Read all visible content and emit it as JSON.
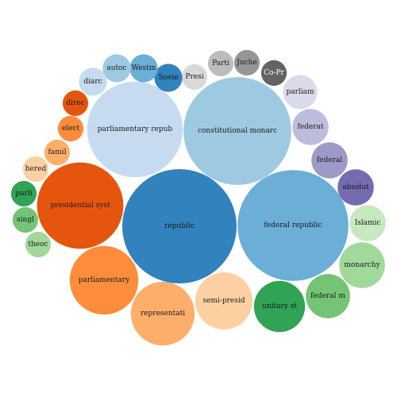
{
  "chart_data": {
    "type": "bubble-pack",
    "title": "",
    "bubbles": [
      {
        "label": "republic",
        "value": 100,
        "color": "#3182bd",
        "light_text": false
      },
      {
        "label": "constitutional monarc",
        "value": 89,
        "color": "#9ecae1",
        "light_text": false
      },
      {
        "label": "parliamentary repub",
        "value": 70,
        "color": "#c6dbef",
        "light_text": false
      },
      {
        "label": "federal republic",
        "value": 94,
        "color": "#6baed6",
        "light_text": false
      },
      {
        "label": "presidential syst",
        "value": 57,
        "color": "#e6550d",
        "light_text": false
      },
      {
        "label": "parliamentary",
        "value": 36,
        "color": "#fd8d3c",
        "light_text": false
      },
      {
        "label": "representati",
        "value": 31,
        "color": "#fdae6b",
        "light_text": false
      },
      {
        "label": "semi-presid",
        "value": 25,
        "color": "#fdd0a2",
        "light_text": false
      },
      {
        "label": "unitary st",
        "value": 20,
        "color": "#31a354",
        "light_text": false
      },
      {
        "label": "federal m",
        "value": 15,
        "color": "#74c476",
        "light_text": false
      },
      {
        "label": "monarchy",
        "value": 16,
        "color": "#a1d99b",
        "light_text": false
      },
      {
        "label": "Islamic",
        "value": 10,
        "color": "#c7e9c0",
        "light_text": false
      },
      {
        "label": "absolut",
        "value": 10,
        "color": "#756bb1",
        "light_text": false
      },
      {
        "label": "federal",
        "value": 10,
        "color": "#9e9ac8",
        "light_text": false
      },
      {
        "label": "federat",
        "value": 10,
        "color": "#bcbddc",
        "light_text": false
      },
      {
        "label": "parliam",
        "value": 9,
        "color": "#dadaeb",
        "light_text": false
      },
      {
        "label": "Co-Pr",
        "value": 5,
        "color": "#636363",
        "light_text": true
      },
      {
        "label": "Juche",
        "value": 5,
        "color": "#969696",
        "light_text": false
      },
      {
        "label": "Parti",
        "value": 5,
        "color": "#bdbdbd",
        "light_text": false
      },
      {
        "label": "Presi",
        "value": 5,
        "color": "#d9d9d9",
        "light_text": false
      },
      {
        "label": "Sovie",
        "value": 6,
        "color": "#3182bd",
        "light_text": false
      },
      {
        "label": "Westm",
        "value": 6,
        "color": "#6baed6",
        "light_text": false
      },
      {
        "label": "autoc",
        "value": 6,
        "color": "#9ecae1",
        "light_text": false
      },
      {
        "label": "diarc",
        "value": 6,
        "color": "#c6dbef",
        "light_text": false
      },
      {
        "label": "direc",
        "value": 5,
        "color": "#e6550d",
        "light_text": false
      },
      {
        "label": "elect",
        "value": 5,
        "color": "#fd8d3c",
        "light_text": false
      },
      {
        "label": "famil",
        "value": 5,
        "color": "#fdae6b",
        "light_text": false
      },
      {
        "label": "hered",
        "value": 5,
        "color": "#fdd0a2",
        "light_text": false
      },
      {
        "label": "parli",
        "value": 5,
        "color": "#31a354",
        "light_text": false
      },
      {
        "label": "singl",
        "value": 5,
        "color": "#74c476",
        "light_text": false
      },
      {
        "label": "theoc",
        "value": 5,
        "color": "#a1d99b",
        "light_text": false
      }
    ]
  }
}
